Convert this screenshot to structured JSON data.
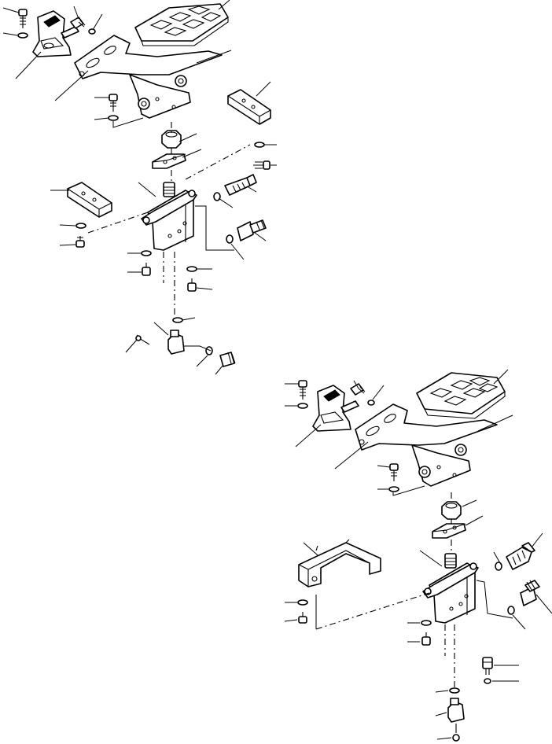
{
  "diagram": {
    "views": [
      {
        "view": "upper-left",
        "parts": [
          "pedal",
          "pedal-bracket",
          "hinge-bracket",
          "bolt",
          "washer",
          "spacer-block",
          "valve-body",
          "connector",
          "elbow-fitting",
          "o-ring",
          "switch",
          "nut"
        ]
      },
      {
        "view": "lower-right",
        "parts": [
          "pedal",
          "pedal-bracket",
          "hinge-bracket",
          "bolt",
          "washer",
          "l-bracket",
          "valve-body",
          "connector",
          "elbow-fitting",
          "o-ring",
          "switch",
          "nut"
        ]
      }
    ]
  }
}
